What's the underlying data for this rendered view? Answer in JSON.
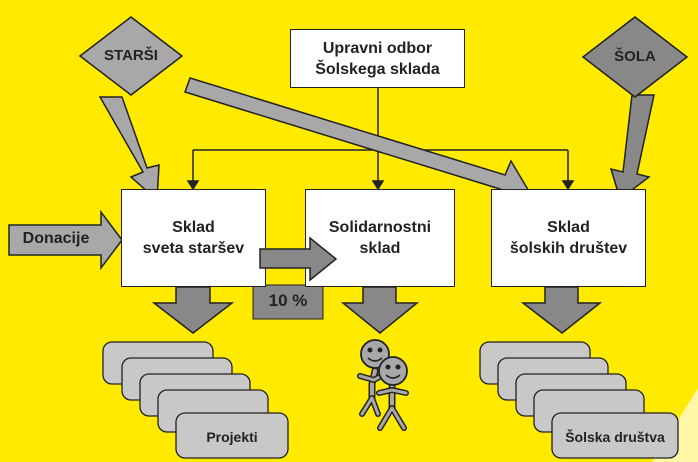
{
  "colors": {
    "background": "#ffea00",
    "box_fill": "#ffffff",
    "diamond_light": "#a8a8a8",
    "diamond_dark": "#888888",
    "arrow_fill": "#9a9a9a",
    "stack_fill": "#c8c8c8"
  },
  "nodes": {
    "starsi": "STARŠI",
    "sola": "ŠOLA",
    "upravni_odbor": "Upravni odbor\nŠolskega sklada",
    "sklad_starsev": "Sklad\nsveta staršev",
    "solidarnostni": "Solidarnostni\nsklad",
    "sklad_drustev": "Sklad\nšolskih društev"
  },
  "labels": {
    "donacije": "Donacije",
    "percent": "10 %",
    "projekti": "Projekti",
    "drustva": "Šolska društva"
  }
}
